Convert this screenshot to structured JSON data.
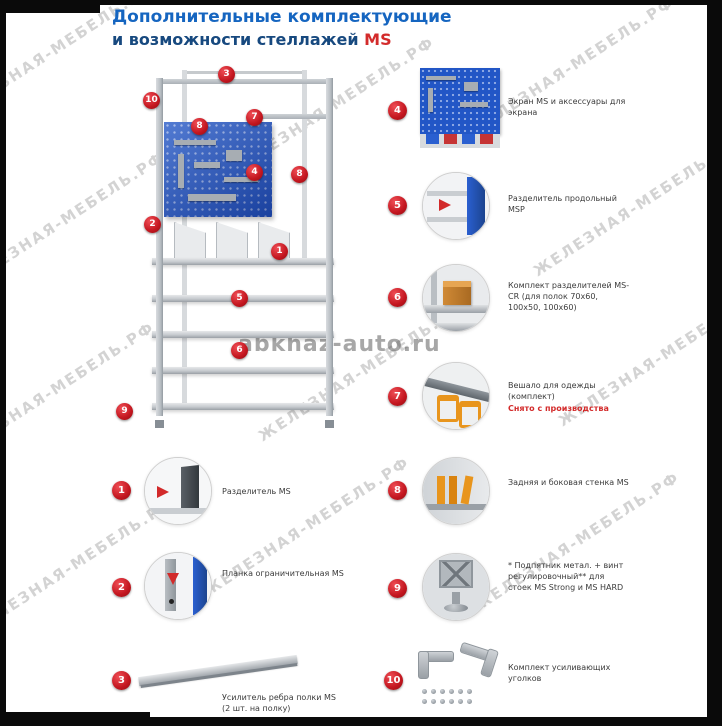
{
  "page": {
    "title_line1": "Дополнительные комплектующие",
    "title_line2": "и возможности стеллажей ",
    "title_accent": "MS"
  },
  "watermark": {
    "text": "ЖЕЛЕЗНАЯ-МЕБЕЛЬ.РФ",
    "center": "abkhaz-auto.ru"
  },
  "colors": {
    "badge_red": "#c3161f",
    "title_blue": "#1565c0",
    "title_navy": "#17497f",
    "accent_red": "#d32b2b",
    "pegboard_blue": "#2256c6"
  },
  "diagram": {
    "badges": [
      "3",
      "10",
      "8",
      "7",
      "4",
      "8",
      "2",
      "1",
      "5",
      "6",
      "9"
    ]
  },
  "right_items": [
    {
      "num": "4",
      "label": "Экран MS и аксессуары для экрана"
    },
    {
      "num": "5",
      "label": "Разделитель продольный MSP"
    },
    {
      "num": "6",
      "label": "Комплект разделителей MS-CR (для полок 70x60, 100x50, 100x60)"
    },
    {
      "num": "7",
      "label": "Вешало для одежды (комплект)",
      "note": "Снято с производства"
    },
    {
      "num": "8",
      "label": "Задняя и боковая стенка MS"
    },
    {
      "num": "9",
      "label": "* Подпятник метал. + винт регулировочный** для стоек MS Strong и MS HARD"
    },
    {
      "num": "10",
      "label": "Комплект усиливающих уголков"
    }
  ],
  "left_items": [
    {
      "num": "1",
      "label": "Разделитель MS"
    },
    {
      "num": "2",
      "label": "Планка ограничительная MS"
    },
    {
      "num": "3",
      "label": "Усилитель ребра полки MS (2 шт. на полку)"
    }
  ]
}
